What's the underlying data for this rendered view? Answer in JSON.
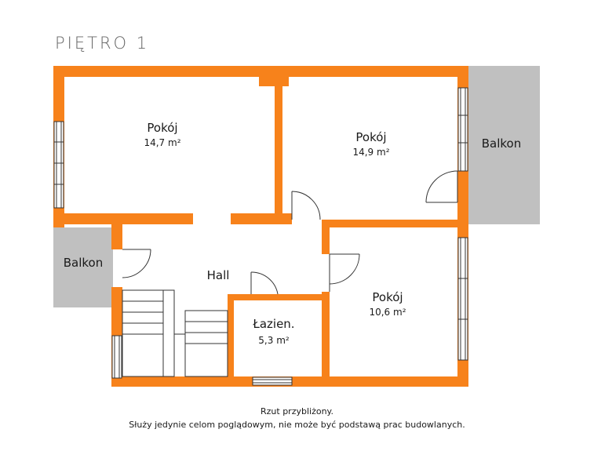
{
  "floor_title": "PIĘTRO 1",
  "rooms": {
    "room1": {
      "name": "Pokój",
      "area": "14,7 m²"
    },
    "room2": {
      "name": "Pokój",
      "area": "14,9 m²"
    },
    "room3": {
      "name": "Pokój",
      "area": "10,6 m²"
    },
    "bath": {
      "name": "Łazien.",
      "area": "5,3 m²"
    },
    "hall": {
      "name": "Hall"
    },
    "balcony_right": {
      "name": "Balkon"
    },
    "balcony_left": {
      "name": "Balkon"
    }
  },
  "footer": {
    "line1": "Rzut przybliżony.",
    "line2": "Służy jedynie celom poglądowym, nie może być podstawą prac budowlanych."
  },
  "colors": {
    "wall": "#f7821b",
    "balcony": "#c0c0c0",
    "window": "#ffffff",
    "line": "#333333"
  }
}
